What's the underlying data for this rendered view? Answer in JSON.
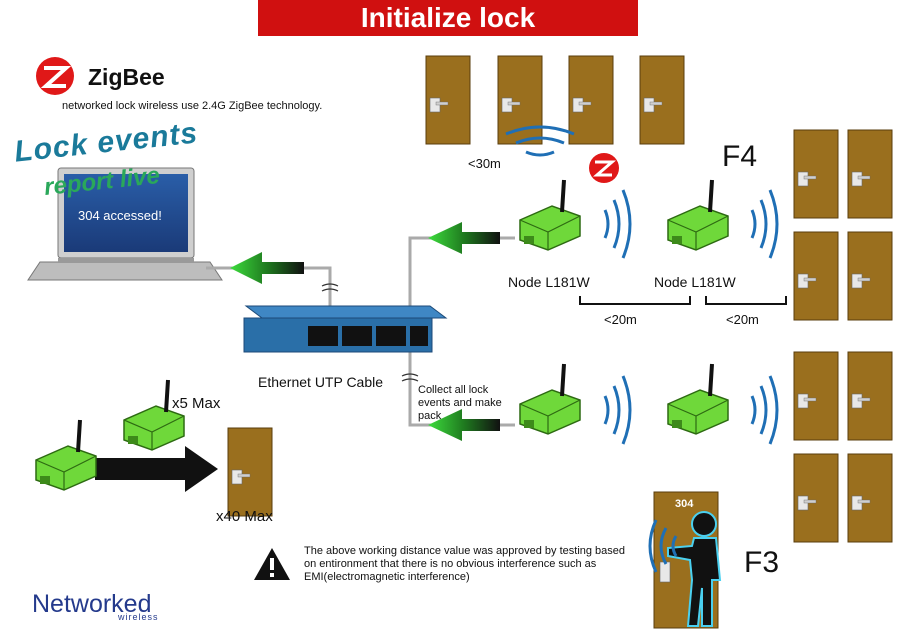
{
  "title": "Initialize lock",
  "zigbee": {
    "logo_text": "ZigBee",
    "description": "networked lock wireless use 2.4G ZigBee technology."
  },
  "lock_events": {
    "line1": "Lock events",
    "line2": "report live",
    "screen_message": "304 accessed!"
  },
  "labels": {
    "range_30": "<30m",
    "floor4": "F4",
    "floor3": "F3",
    "node_left": "Node L181W",
    "node_right": "Node L181W",
    "range_20_left": "<20m",
    "range_20_right": "<20m",
    "ethernet": "Ethernet UTP Cable",
    "collect": "Collect all lock events and make pack",
    "x5": "x5 Max",
    "x40": "x40 Max",
    "room": "304"
  },
  "warning": "The above working distance value was approved by testing based on entironment that there is no obvious interference such as EMI(electromagnetic interference)",
  "brand": {
    "name": "Networked",
    "sub": "wireless"
  },
  "colors": {
    "banner": "#d01010",
    "door": "#9a6f1e",
    "node": "#6fd83a",
    "wave": "#1f6fb5",
    "switch": "#2a6fa8",
    "brand": "#243a8c"
  },
  "icons": [
    "zigbee-logo-icon",
    "laptop-icon",
    "switch-icon",
    "node-icon",
    "door-icon",
    "wave-icon",
    "person-icon",
    "warning-icon",
    "arrow-icon"
  ]
}
